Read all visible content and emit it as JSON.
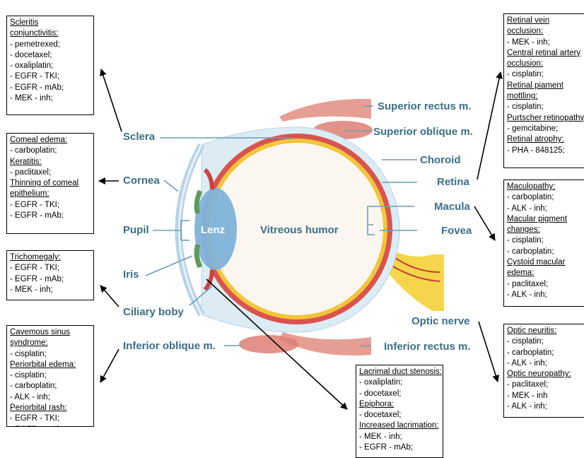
{
  "colors": {
    "label": "#3a6f87",
    "sclera": "#dcecf5",
    "lens": "#7fb3d9",
    "choroid": "#d9534f",
    "retina": "#f2c53a",
    "optic_nerve": "#f7d94a",
    "muscle": "#e08a7a"
  },
  "structures": {
    "superior_rectus": "Superior rectus m.",
    "superior_oblique": "Superior oblique m.",
    "sclera": "Sclera",
    "choroid": "Choroid",
    "cornea": "Cornea",
    "retina": "Retina",
    "macula": "Macula",
    "pupil": "Pupil",
    "lenz": "Lenz",
    "vitreous": "Vitreous humor",
    "fovea": "Fovea",
    "iris": "Iris",
    "ciliary": "Ciliary boby",
    "optic_nerve": "Optic nerve",
    "inferior_oblique": "Inferior oblique m.",
    "inferior_rectus": "Inferior rectus m."
  },
  "boxes": {
    "scleritis": [
      {
        "text": "Scleritis",
        "u": true
      },
      {
        "text": "conjunctivitis:",
        "u": true
      },
      {
        "text": "- pemetrexed;"
      },
      {
        "text": "- docetaxel;"
      },
      {
        "text": "- oxaliplatin;"
      },
      {
        "text": "- EGFR - TKI;"
      },
      {
        "text": "- EGFR - mAb;"
      },
      {
        "text": "- MEK - inh;"
      }
    ],
    "corneal": [
      {
        "text": "Comeal edema:",
        "u": true
      },
      {
        "text": "- carboplatin;"
      },
      {
        "text": "Keratitis:",
        "u": true
      },
      {
        "text": "- paclitaxel;"
      },
      {
        "text": "Thinning of comeal",
        "u": true
      },
      {
        "text": "epithelium:",
        "u": true
      },
      {
        "text": "- EGFR - TKI;"
      },
      {
        "text": "- EGFR - mAb;"
      }
    ],
    "trichomegaly": [
      {
        "text": "Trichomegaly:",
        "u": true
      },
      {
        "text": "- EGFR - TKI;"
      },
      {
        "text": "- EGFR - mAb;"
      },
      {
        "text": "- MEK - inh;"
      }
    ],
    "cavernous": [
      {
        "text": "Cavemous sinus",
        "u": true
      },
      {
        "text": "syndrome:",
        "u": true
      },
      {
        "text": "- cisplatin;"
      },
      {
        "text": "Periorbital edema:",
        "u": true
      },
      {
        "text": "- cisplatin;"
      },
      {
        "text": "- carboplatin;"
      },
      {
        "text": "- ALK - inh;"
      },
      {
        "text": "Periorbital rash:",
        "u": true
      },
      {
        "text": "- EGFR - TKI;"
      },
      {
        "text": "- EGFR - mAb;"
      }
    ],
    "lacrimal": [
      {
        "text": "Lacrimal duct stenosis:",
        "u": true
      },
      {
        "text": "- oxaliplatin;"
      },
      {
        "text": "- docetaxel;"
      },
      {
        "text": "Epiphora:",
        "u": true
      },
      {
        "text": "- docetaxel;"
      },
      {
        "text": "Increased lacrimation:",
        "u": true
      },
      {
        "text": "- MEK - inh;"
      },
      {
        "text": "- EGFR - mAb;"
      }
    ],
    "retinal": [
      {
        "text": "Retinal vein",
        "u": true
      },
      {
        "text": "occlusion:",
        "u": true
      },
      {
        "text": "- MEK - inh;"
      },
      {
        "text": "Central retinal artery",
        "u": true
      },
      {
        "text": "occlusion:",
        "u": true
      },
      {
        "text": "- cisplatin;"
      },
      {
        "text": "Retinal piament",
        "u": true
      },
      {
        "text": "mottling:",
        "u": true
      },
      {
        "text": "- cisplatin;"
      },
      {
        "text": "Purtscher retinopathy",
        "u": true
      },
      {
        "text": "- gemcitabine;"
      },
      {
        "text": "Retinal atrophy:",
        "u": true
      },
      {
        "text": "- PHA - 848125;"
      }
    ],
    "maculopathy": [
      {
        "text": "Maculopathy:",
        "u": true
      },
      {
        "text": "- carboplatin;"
      },
      {
        "text": "- ALK - inh;"
      },
      {
        "text": "Macular pigment",
        "u": true
      },
      {
        "text": "changes:",
        "u": true
      },
      {
        "text": "- cisplatin;"
      },
      {
        "text": "- carboplatin;"
      },
      {
        "text": "Cystoid macular",
        "u": true
      },
      {
        "text": "edema:",
        "u": true
      },
      {
        "text": "- paclitaxel;"
      },
      {
        "text": "- ALK - inh;"
      }
    ],
    "optic": [
      {
        "text": "Optic neuritis:",
        "u": true
      },
      {
        "text": "- cisplatin;"
      },
      {
        "text": "- carboplatin;"
      },
      {
        "text": "- ALK - inh;"
      },
      {
        "text": "Optic neuropathy:",
        "u": true
      },
      {
        "text": "- paclitaxel;"
      },
      {
        "text": "- MEK - inh"
      },
      {
        "text": "- ALK - inh;"
      }
    ]
  }
}
